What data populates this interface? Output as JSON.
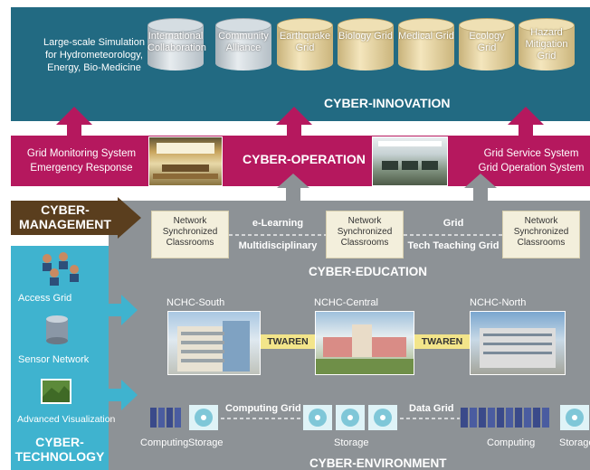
{
  "innovation": {
    "title": "CYBER-INNOVATION",
    "main_label": "Large-scale Simulation for Hydrometeorology, Energy, Bio-Medicine",
    "cylinders": [
      {
        "label": "International Collaboration",
        "style": "grey"
      },
      {
        "label": "Community Alliance",
        "style": "grey"
      },
      {
        "label": "Earthquake Grid",
        "style": "tan"
      },
      {
        "label": "Biology Grid",
        "style": "tan"
      },
      {
        "label": "Medical Grid",
        "style": "tan"
      },
      {
        "label": "Ecology Grid",
        "style": "tan"
      },
      {
        "label": "Hazard Mitigation Grid",
        "style": "tan"
      }
    ]
  },
  "operation": {
    "title": "CYBER-OPERATION",
    "left_line1": "Grid Monitoring System",
    "left_line2": "Emergency Response",
    "right_line1": "Grid Service System",
    "right_line2": "Grid Operation System"
  },
  "management": {
    "line1": "CYBER-",
    "line2": "MANAGEMENT"
  },
  "education": {
    "title": "CYBER-EDUCATION",
    "boxes": [
      "Network Synchronized Classrooms",
      "Network Synchronized Classrooms",
      "Network Synchronized Classrooms"
    ],
    "link1_top": "e-Learning",
    "link1_bottom": "Multidisciplinary",
    "link2_top": "Grid",
    "link2_bottom": "Tech Teaching Grid"
  },
  "centers": {
    "south": "NCHC-South",
    "central": "NCHC-Central",
    "north": "NCHC-North",
    "link": "TWAREN"
  },
  "technology": {
    "items": [
      "Access Grid",
      "Sensor Network",
      "Advanced Visualization"
    ],
    "line1": "CYBER-",
    "line2": "TECHNOLOGY"
  },
  "environment": {
    "title": "CYBER-ENVIRONMENT",
    "computing_grid": "Computing Grid",
    "data_grid": "Data Grid",
    "labels": [
      "Computing",
      "Storage",
      "Storage",
      "Computing",
      "Storage"
    ]
  },
  "colors": {
    "innovation": "#226a82",
    "operation": "#b5185e",
    "management": "#5a3e1e",
    "technology": "#3fb3cf",
    "grey_area": "#8d9296"
  }
}
